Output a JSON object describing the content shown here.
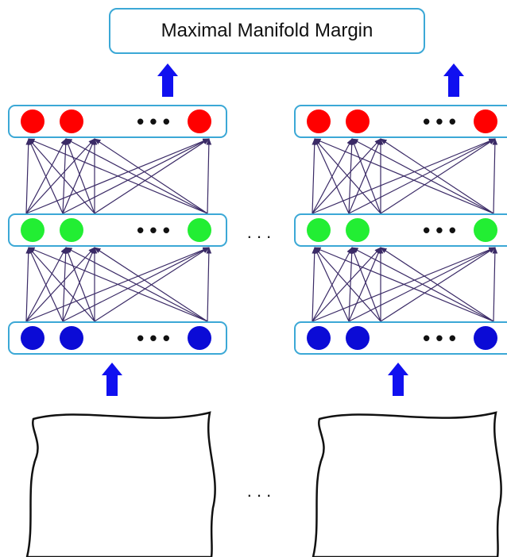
{
  "title": "Maximal Manifold Margin",
  "ellipsis": "• • •",
  "between_ellipsis": ". . .",
  "colors": {
    "box_border": "#3ba8d6",
    "arrow": "#1010f0",
    "edge": "#3a2a66",
    "layer_top": "#ff0000",
    "layer_middle": "#22ee33",
    "layer_bottom": "#0b0bd6"
  },
  "layers": [
    {
      "name": "top",
      "color": "#ff0000"
    },
    {
      "name": "middle",
      "color": "#22ee33"
    },
    {
      "name": "bottom",
      "color": "#0b0bd6"
    }
  ],
  "networks": [
    {
      "name": "network-left",
      "manifold_icon": "face-images-left"
    },
    {
      "name": "network-right",
      "manifold_icon": "face-images-right"
    }
  ]
}
